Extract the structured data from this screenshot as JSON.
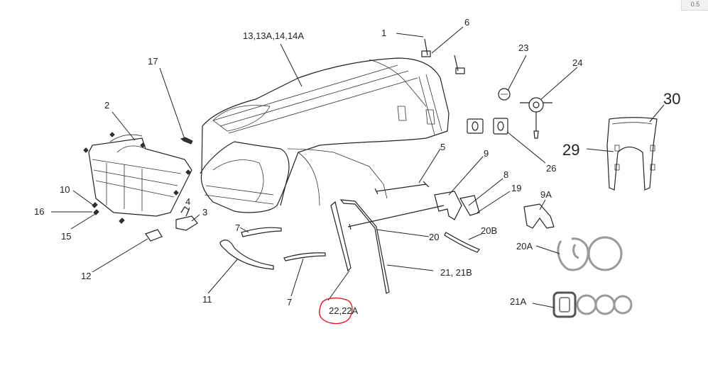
{
  "toolbar": {
    "corner_label": "0.5"
  },
  "callouts": {
    "c1": "1",
    "c2": "2",
    "c3": "3",
    "c4": "4",
    "c5": "5",
    "c6": "6",
    "c7a": "7",
    "c7b": "7",
    "c8": "8",
    "c9": "9",
    "c9a": "9A",
    "c10": "10",
    "c11": "11",
    "c12": "12",
    "c13": "13,13A,14,14A",
    "c15": "15",
    "c16": "16",
    "c17": "17",
    "c19": "19",
    "c20": "20",
    "c20a": "20A",
    "c20b": "20B",
    "c21": "21, 21B",
    "c21a": "21A",
    "c22": "22,22A",
    "c23": "23",
    "c24": "24",
    "c26": "26",
    "c29": "29",
    "c30": "30"
  },
  "highlight": {
    "target": "c22",
    "color": "#e21b23"
  }
}
